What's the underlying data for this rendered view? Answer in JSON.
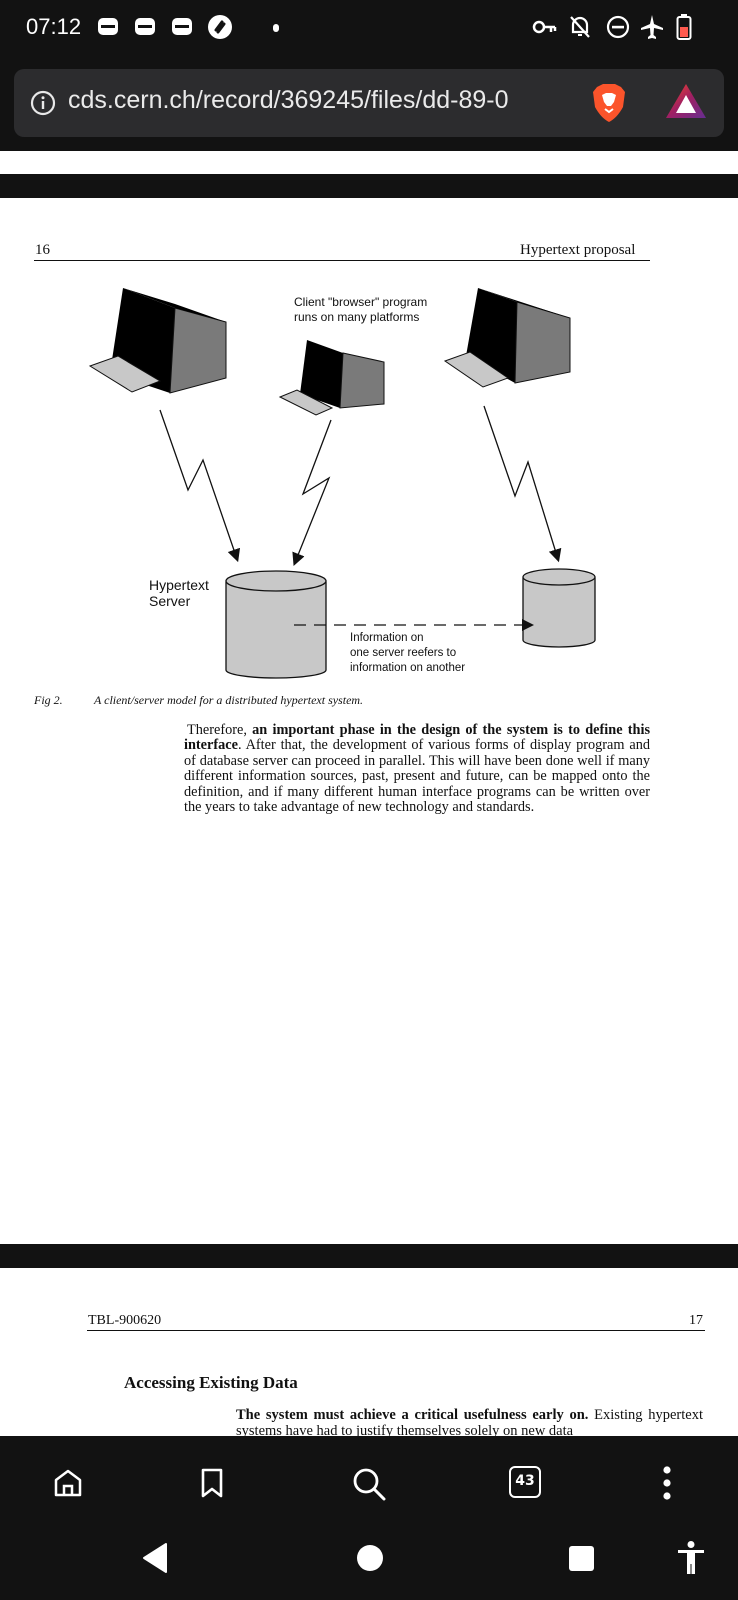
{
  "status_bar": {
    "time": "07:12",
    "left_icons": [
      "message-icon",
      "message-icon",
      "message-icon",
      "shazam-icon",
      "dot-icon"
    ],
    "right_icons": [
      "vpn-key-icon",
      "bell-off-icon",
      "do-not-disturb-icon",
      "airplane-icon",
      "battery-low-icon"
    ]
  },
  "browser": {
    "url": "cds.cern.ch/record/369245/files/dd-89-0",
    "info_icon": "info-icon",
    "brave_icon": "brave-shield-icon",
    "rewards_icon": "brave-rewards-icon"
  },
  "page16": {
    "page_number": "16",
    "running_header": "Hypertext proposal",
    "figure": {
      "client_label_line1": "Client \"browser\" program",
      "client_label_line2": "runs on many platforms",
      "server_label_line1": "Hypertext",
      "server_label_line2": "Server",
      "info_line1": "Information on",
      "info_line2": "one server reefers to",
      "info_line3": "information on another"
    },
    "fig_label": "Fig 2.",
    "fig_caption": "A client/server model for a distributed hypertext system.",
    "para_plain1": "Therefore, ",
    "para_bold": "an important phase in the design of the system is to define this interface",
    "para_plain2": ". After that, the development of various forms of display program and of database server can proceed in parallel. This will have been done well if many different information sources, past, present and future, can be mapped onto the definition, and if many different human interface programs can be written over the years to take advantage of new technology and standards."
  },
  "page17": {
    "running_header": "TBL-900620",
    "page_number": "17",
    "section_title": "Accessing Existing Data",
    "para_bold": "The system must achieve a critical usefulness early on.",
    "para_plain": " Existing hypertext systems have had to justify themselves solely on new data"
  },
  "bottom_toolbar": {
    "tab_count": "43"
  },
  "colors": {
    "status_bg": "#121212",
    "urlbar_bg": "#2c2c2e",
    "brave_orange": "#fb542b",
    "page_bg": "#ffffff"
  }
}
